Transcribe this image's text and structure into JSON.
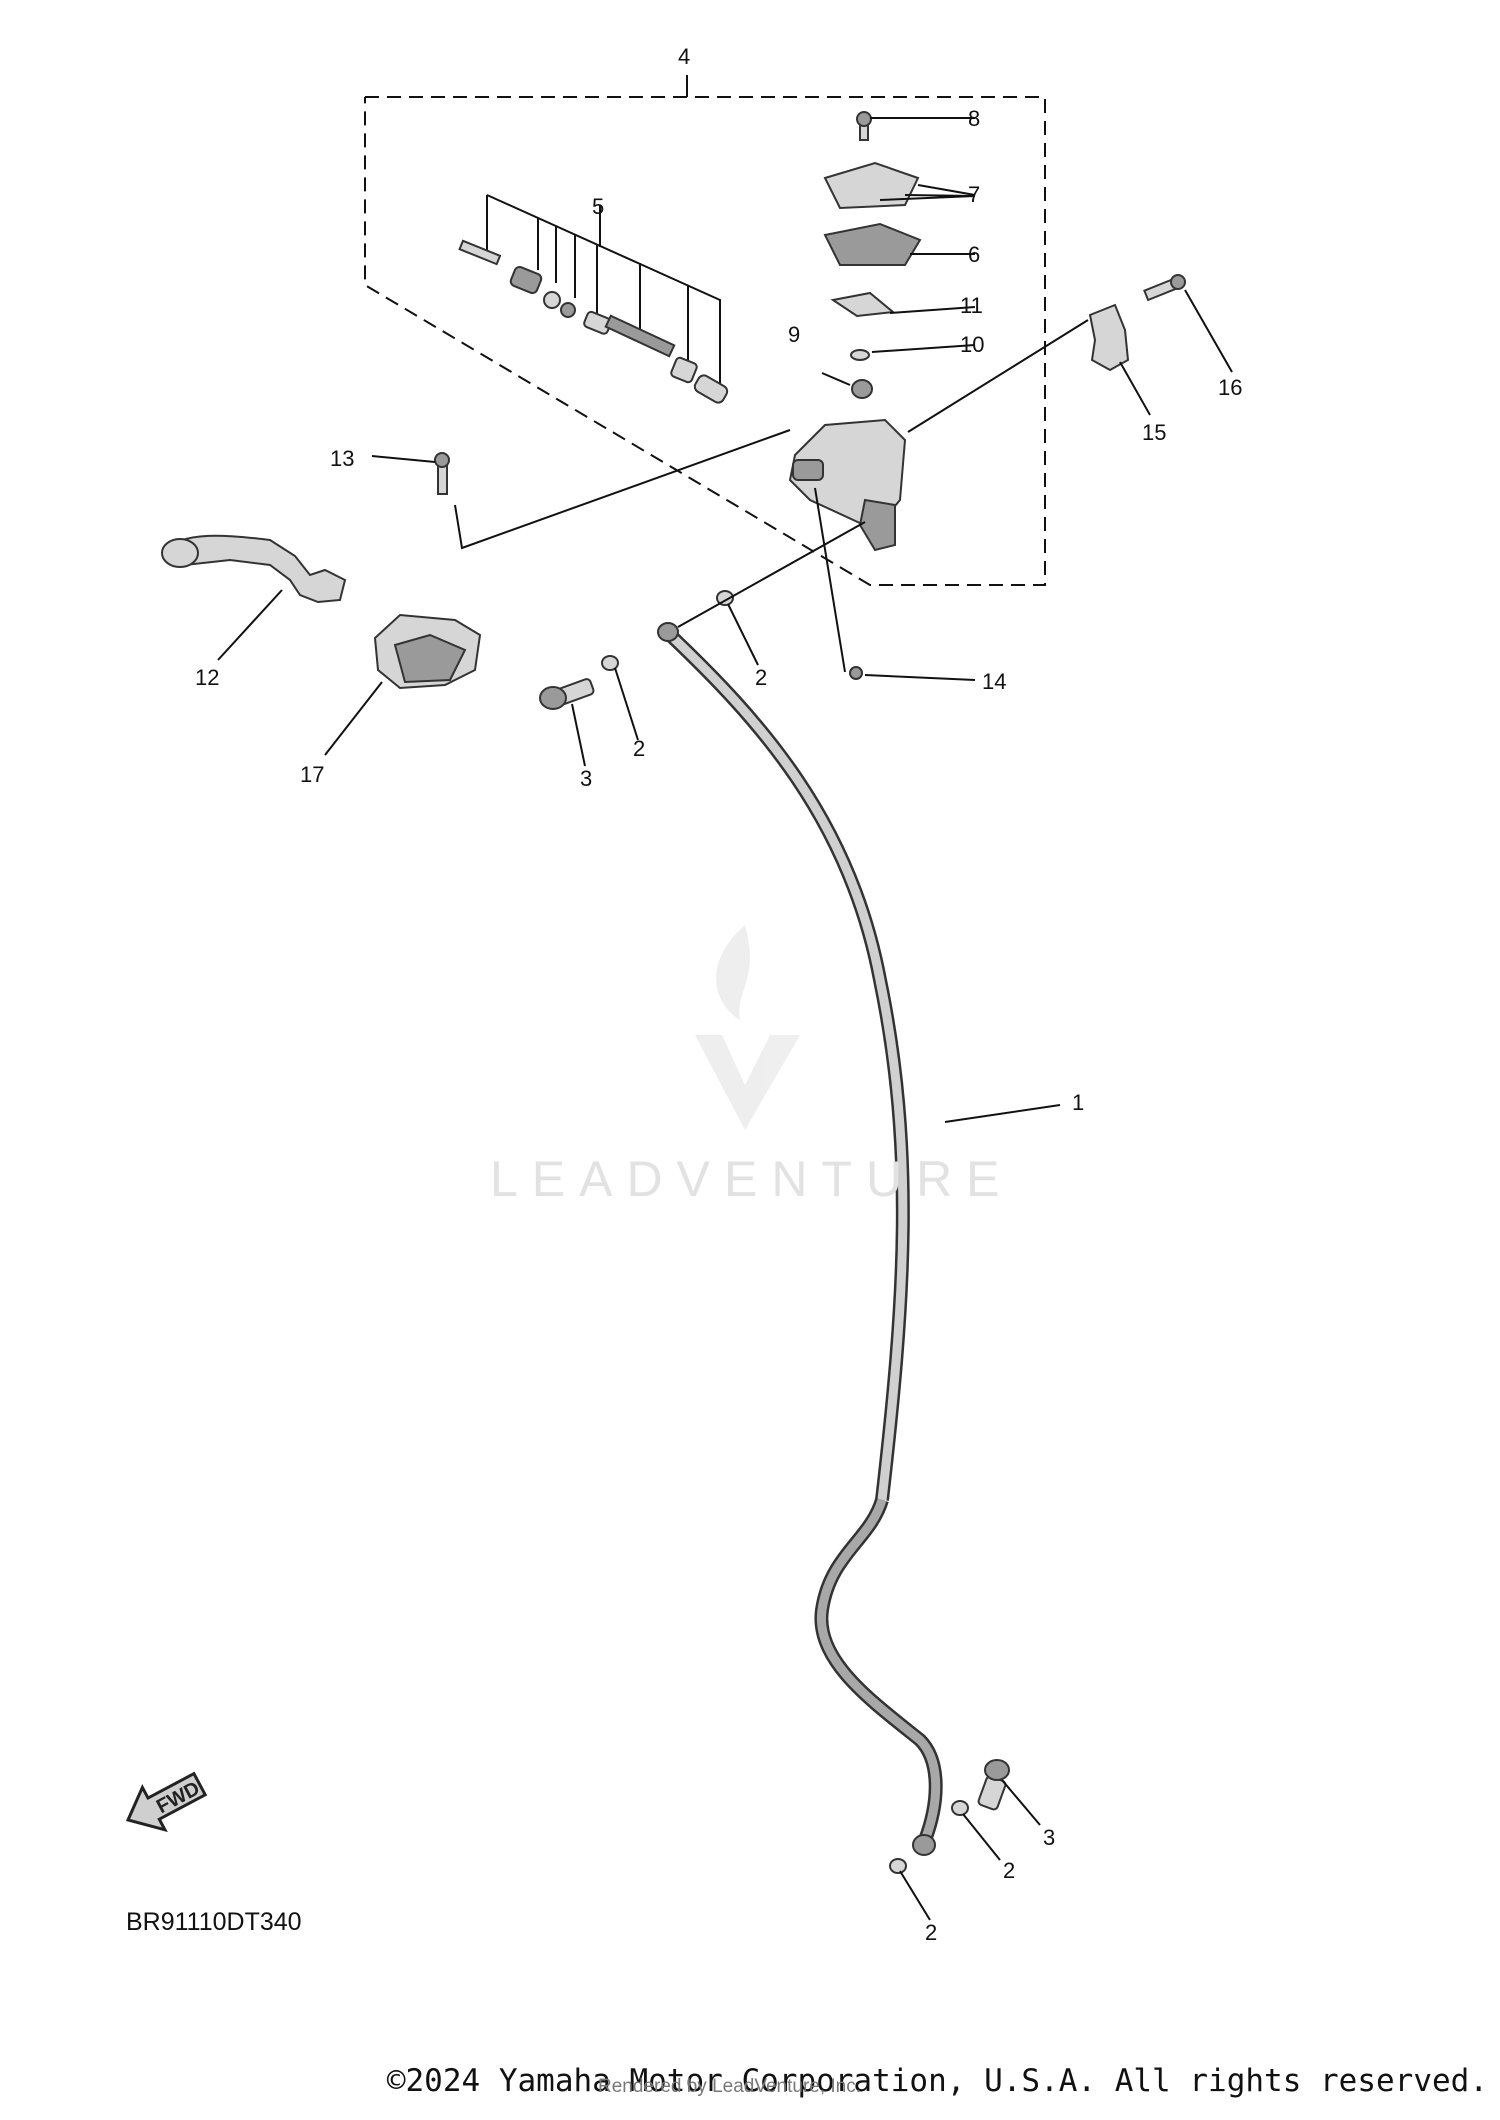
{
  "diagram": {
    "callouts": [
      "1",
      "2",
      "2",
      "2",
      "2",
      "2",
      "3",
      "3",
      "4",
      "5",
      "6",
      "7",
      "8",
      "9",
      "10",
      "11",
      "12",
      "13",
      "14",
      "15",
      "16",
      "17"
    ],
    "drawing_code": "BR91110DT340",
    "fwd_label": "FWD"
  },
  "footer": {
    "copyright": "©2024 Yamaha Motor Corporation, U.S.A. All rights reserved.",
    "rendered_by": "Rendered by LeadVenture, Inc."
  },
  "watermark": {
    "brand": "LEADVENTURE"
  }
}
